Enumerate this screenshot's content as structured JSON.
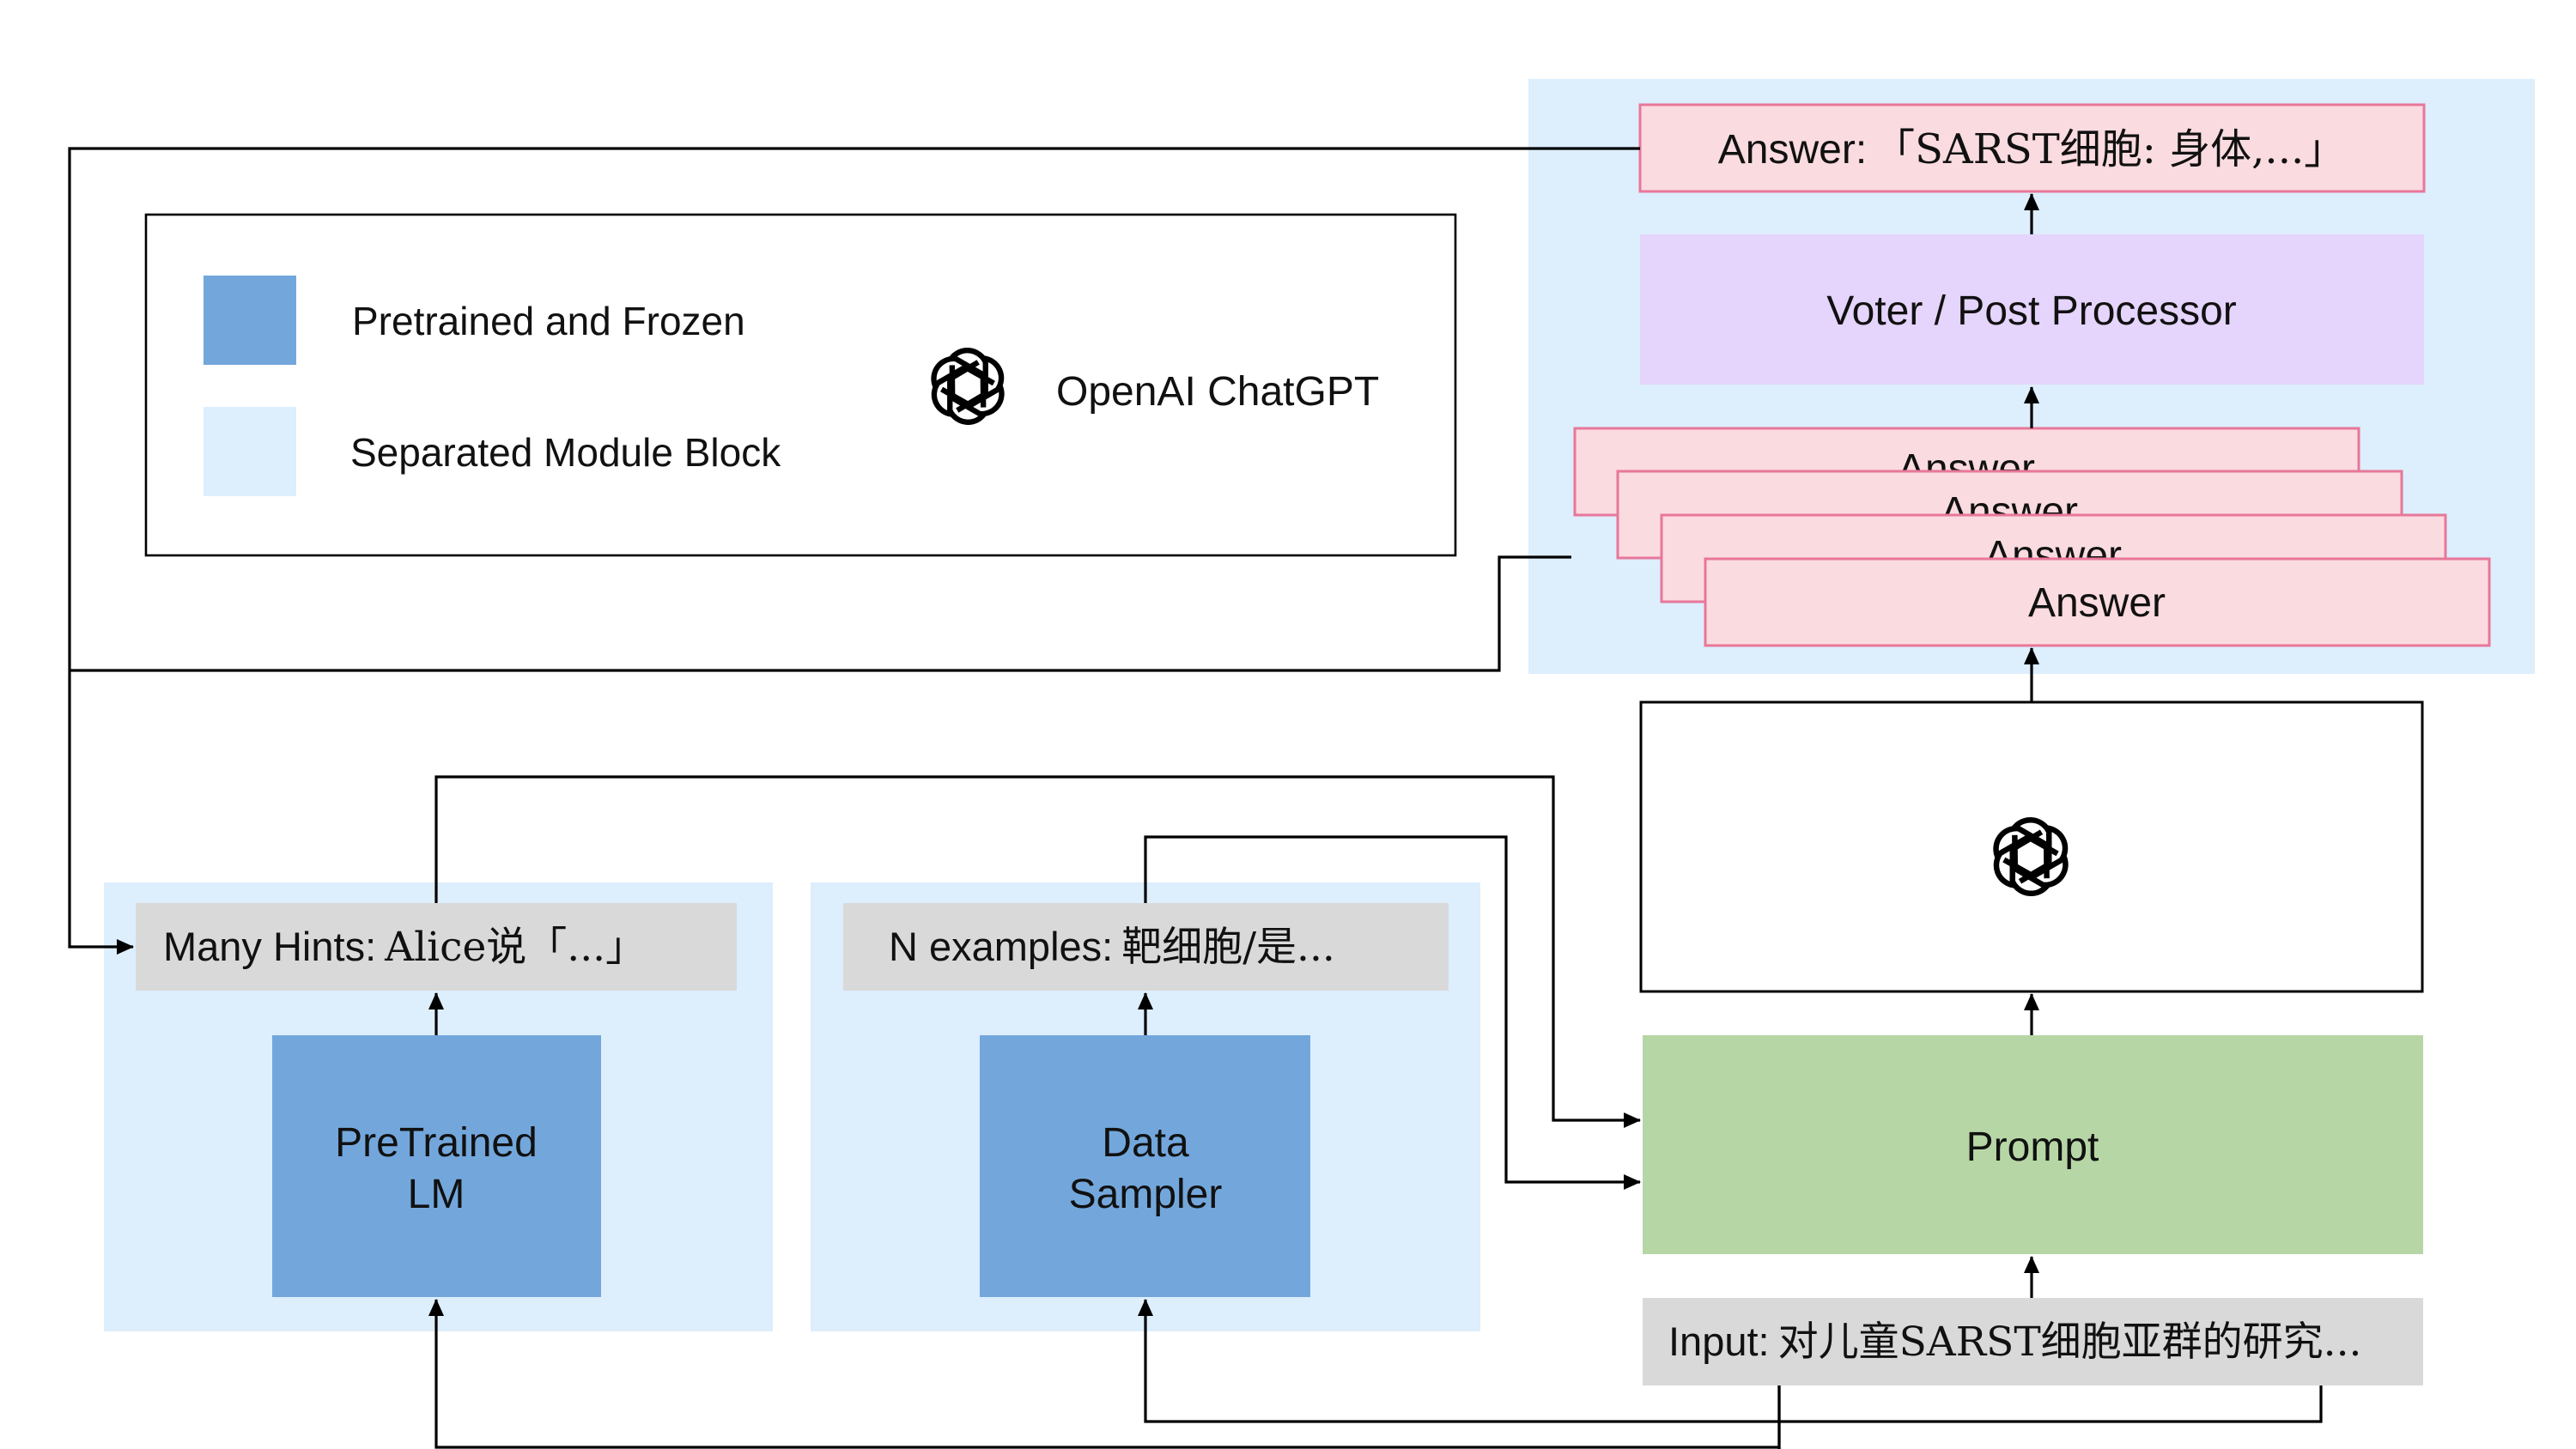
{
  "legend": {
    "pretrained_label": "Pretrained and Frozen",
    "separated_label": "Separated Module Block",
    "chatgpt_label": "OpenAI ChatGPT",
    "logo_icon": "openai-logo-icon"
  },
  "nodes": {
    "final_answer_prefix": "Answer:",
    "final_answer_value": "「SARST细胞: 身体,...」",
    "voter": "Voter / Post Processor",
    "answer_stack": [
      "Answer",
      "Answer",
      "Answer",
      "Answer"
    ],
    "hints_prefix": "Many Hints:",
    "hints_value": "Alice说「...」",
    "examples_prefix": "N examples:",
    "examples_value": "靶细胞/是...",
    "pretrained_lm": [
      "PreTrained",
      "LM"
    ],
    "data_sampler": [
      "Data",
      "Sampler"
    ],
    "prompt": "Prompt",
    "input_prefix": "Input:",
    "input_value": "对儿童SARST细胞亚群的研究..."
  },
  "colors": {
    "pretrained_fill": "#73a7dc",
    "module_fill": "#ddeefd",
    "answer_fill": "#fadbe0",
    "answer_stroke": "#e8779a",
    "voter_fill": "#e5d4fb",
    "prompt_fill": "#b7d6a6",
    "gray_fill": "#d9d9d9",
    "line": "#000000"
  }
}
